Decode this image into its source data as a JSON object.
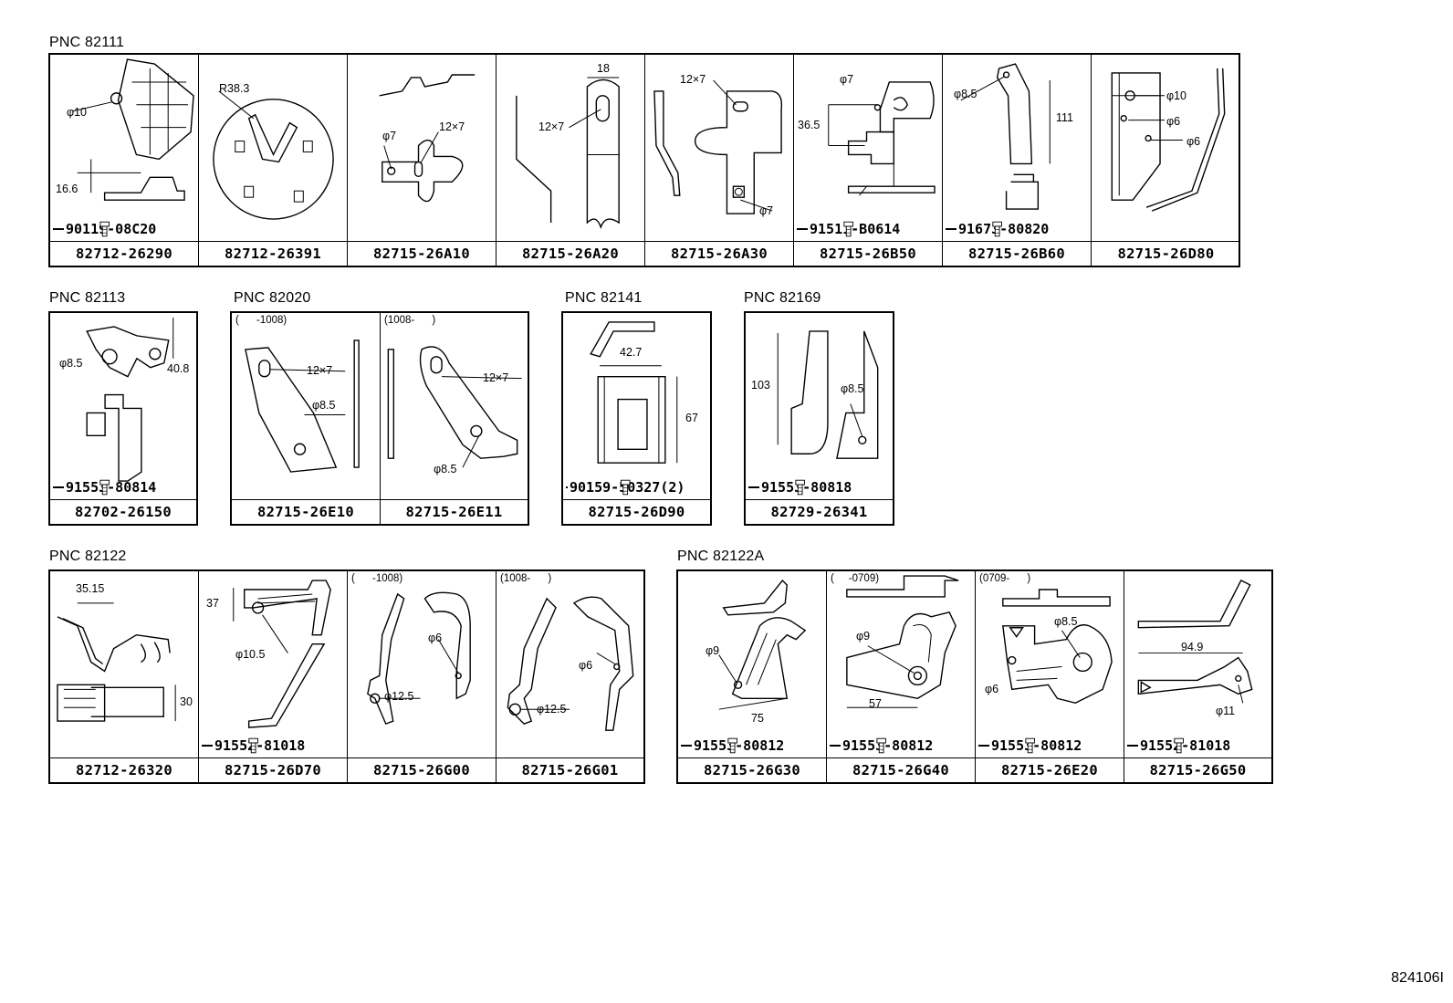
{
  "figure_id": "824106I",
  "groups": [
    {
      "pnc": "PNC 82111",
      "cells": [
        {
          "part": "82712-26290",
          "dims": [
            "φ10",
            "16.6"
          ],
          "bolt": "90119-08C20"
        },
        {
          "part": "82712-26391",
          "dims": [
            "R38.3"
          ]
        },
        {
          "part": "82715-26A10",
          "dims": [
            "φ7",
            "12×7"
          ]
        },
        {
          "part": "82715-26A20",
          "dims": [
            "18",
            "12×7"
          ]
        },
        {
          "part": "82715-26A30",
          "dims": [
            "12×7",
            "φ7"
          ]
        },
        {
          "part": "82715-26B50",
          "dims": [
            "φ7",
            "36.5"
          ],
          "bolt": "91511-B0614"
        },
        {
          "part": "82715-26B60",
          "dims": [
            "φ8.5",
            "111"
          ],
          "bolt": "91673-80820"
        },
        {
          "part": "82715-26D80",
          "dims": [
            "φ10",
            "φ6",
            "φ6"
          ]
        }
      ]
    },
    {
      "pnc": "PNC 82113",
      "cells": [
        {
          "part": "82702-26150",
          "dims": [
            "φ8.5",
            "40.8"
          ],
          "bolt": "91553-80814"
        }
      ]
    },
    {
      "pnc": "PNC 82020",
      "cells": [
        {
          "part": "82715-26E10",
          "range": "(      -1008)",
          "dims": [
            "12×7",
            "φ8.5"
          ]
        },
        {
          "part": "82715-26E11",
          "range": "(1008-      )",
          "dims": [
            "12×7",
            "φ8.5"
          ]
        }
      ]
    },
    {
      "pnc": "PNC 82141",
      "cells": [
        {
          "part": "82715-26D90",
          "dims": [
            "42.7",
            "67"
          ],
          "bolt": "90159-50327(2)"
        }
      ]
    },
    {
      "pnc": "PNC 82169",
      "cells": [
        {
          "part": "82729-26341",
          "dims": [
            "103",
            "φ8.5"
          ],
          "bolt": "91553-80818"
        }
      ]
    },
    {
      "pnc": "PNC 82122",
      "cells": [
        {
          "part": "82712-26320",
          "dims": [
            "35.15",
            "30"
          ]
        },
        {
          "part": "82715-26D70",
          "dims": [
            "37",
            "φ10.5"
          ],
          "bolt": "91552-81018"
        },
        {
          "part": "82715-26G00",
          "range": "(      -1008)",
          "dims": [
            "φ6",
            "φ12.5"
          ]
        },
        {
          "part": "82715-26G01",
          "range": "(1008-      )",
          "dims": [
            "φ6",
            "φ12.5"
          ]
        }
      ]
    },
    {
      "pnc": "PNC 82122A",
      "cells": [
        {
          "part": "82715-26G30",
          "dims": [
            "φ9",
            "75"
          ],
          "bolt": "91553-80812"
        },
        {
          "part": "82715-26G40",
          "range": "(     -0709)",
          "dims": [
            "φ9",
            "57"
          ],
          "bolt": "91553-80812"
        },
        {
          "part": "82715-26E20",
          "range": "(0709-      )",
          "dims": [
            "φ8.5",
            "φ6"
          ],
          "bolt": "91553-80812"
        },
        {
          "part": "82715-26G50",
          "dims": [
            "94.9",
            "φ11"
          ],
          "bolt": "91552-81018"
        }
      ]
    }
  ]
}
